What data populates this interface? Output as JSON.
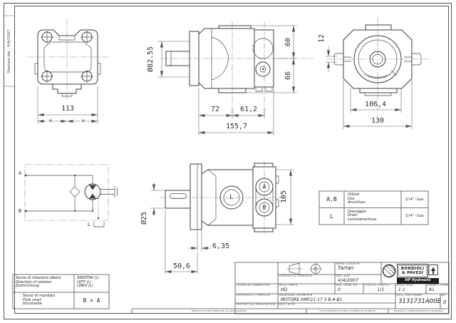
{
  "colors": {
    "ink": "#3a3a3a",
    "paper": "#ffffff"
  },
  "stamp": {
    "text": "Stampa del : 4/4/2007"
  },
  "dims": {
    "front_width": "113",
    "eq_left": "=",
    "eq_right": "=",
    "pilot_diameter": "Ø82.55",
    "side_len_a": "72",
    "side_len_b": "61,2",
    "side_len_total": "155,7",
    "side_height_top": "60",
    "side_height_bottom": "66",
    "rear_slot_width": "12",
    "rear_port_span": "106,4",
    "rear_width": "130",
    "shaft_diameter": "Ø25",
    "flange_thickness": "6,35",
    "shaft_length": "50,6",
    "port_face_height": "105"
  },
  "schematic": {
    "port_a": "A",
    "port_b": "B",
    "drain": "L"
  },
  "port_face": {
    "drain": "L",
    "port_a": "A",
    "port_b": "B"
  },
  "ports_table": {
    "rows": [
      {
        "port": "A,B",
        "it": "Utilizzi",
        "en": "Use",
        "de": "Anschluss",
        "size": "3/4\"-Gas"
      },
      {
        "port": "L",
        "it": "Drenaggio",
        "en": "Drain",
        "de": "Leckolanschluss",
        "size": "3/4\"-Gas"
      }
    ]
  },
  "rotation_table": {
    "rows": [
      {
        "it": "Senso di rotazione albero",
        "en": "Direction of rotation",
        "de": "Drehrichtung",
        "v1": "SINISTRA (L)",
        "v2": "LEFT (L)",
        "v3": "LINKS (L)"
      },
      {
        "it": "Senso di mandata",
        "en": "Flow chart",
        "de": "Druckseite",
        "value": "B > A"
      }
    ]
  },
  "title_block": {
    "issued_label": "EMESSO / ISSUED BY",
    "issued_by": "Tartari",
    "date_label": "DATA / DATE",
    "date": "4/4/2007",
    "verified_label": "VERIFICATO DA / VERIFIED BY",
    "codified_label": "CODIFICA IN / DEFINED FROM",
    "hydr_label": "IDR N. / HYDR N.",
    "hydr": "HD",
    "mod_label": "MOD. / MODIF. REV",
    "mod": "0",
    "sheet_label": "FOGLIO N. / SHEET N.",
    "sheet": "1/1",
    "scale_label": "SCALA / SCALE",
    "scale": "1:1",
    "format_label": "FORMATO / FORMAT",
    "format": "A1",
    "replaces_label": "SOSTITUISCE IL / IT REPLACES",
    "description_label": "DESCRIZIONE / DESCRIPTION",
    "description": "MOTORE HMF21-17 3 B A-B1",
    "replaced_label": "SOSTITUITO DA / REPLACED FROM",
    "notes_label": "NOTE / NOTES",
    "part_label": "DIS N. / PART NUMBER",
    "part_number": "3131731A00B1",
    "rev_label": "REV.",
    "rev": "0",
    "company_line1": "BONDIOLI",
    "company_line2": "& PAVESI",
    "division": "HP Hydraulic",
    "copyright_en": "REPRODUCTION NOT PERMITTED ALL RIGHT RESERVED",
    "copyright_fr": "TOUTE REPRODUCTION NON AUTORISEE EST INTERDITE",
    "copyright_it": "RISERVATA LA RIPRODUZIONE NON AUTORIZZATA"
  }
}
